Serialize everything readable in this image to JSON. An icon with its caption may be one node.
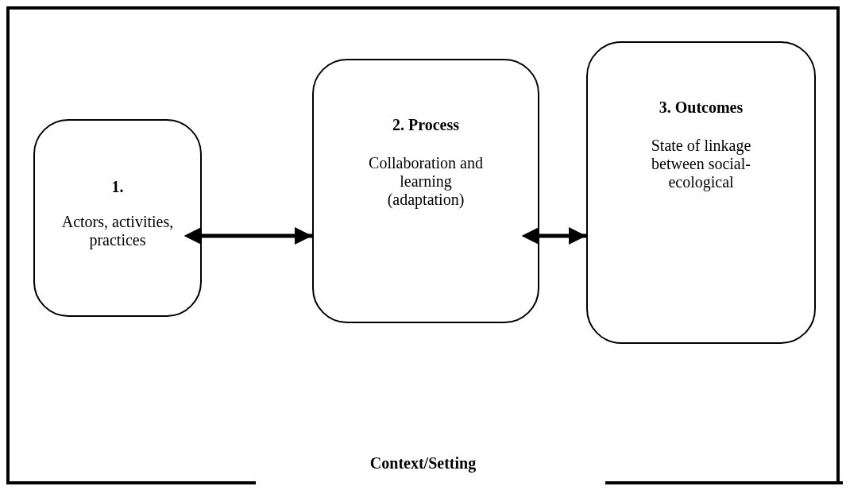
{
  "diagram": {
    "nodes": [
      {
        "text": [
          "Context/Setting"
        ]
      },
      {
        "text": [
          "1.",
          "Actors, activities, practices"
        ],
        "in": 0
      },
      {
        "text": [
          "2. Process",
          "Collaboration and learning (adaptation)"
        ],
        "in": 0
      },
      {
        "text": [
          "3. Outcomes",
          "State of linkage between social-ecological"
        ],
        "in": 0
      }
    ],
    "edges": [
      {
        "from": 1,
        "to": 2,
        "arrow": "both"
      },
      {
        "from": 2,
        "to": 3,
        "arrow": "both"
      }
    ]
  }
}
